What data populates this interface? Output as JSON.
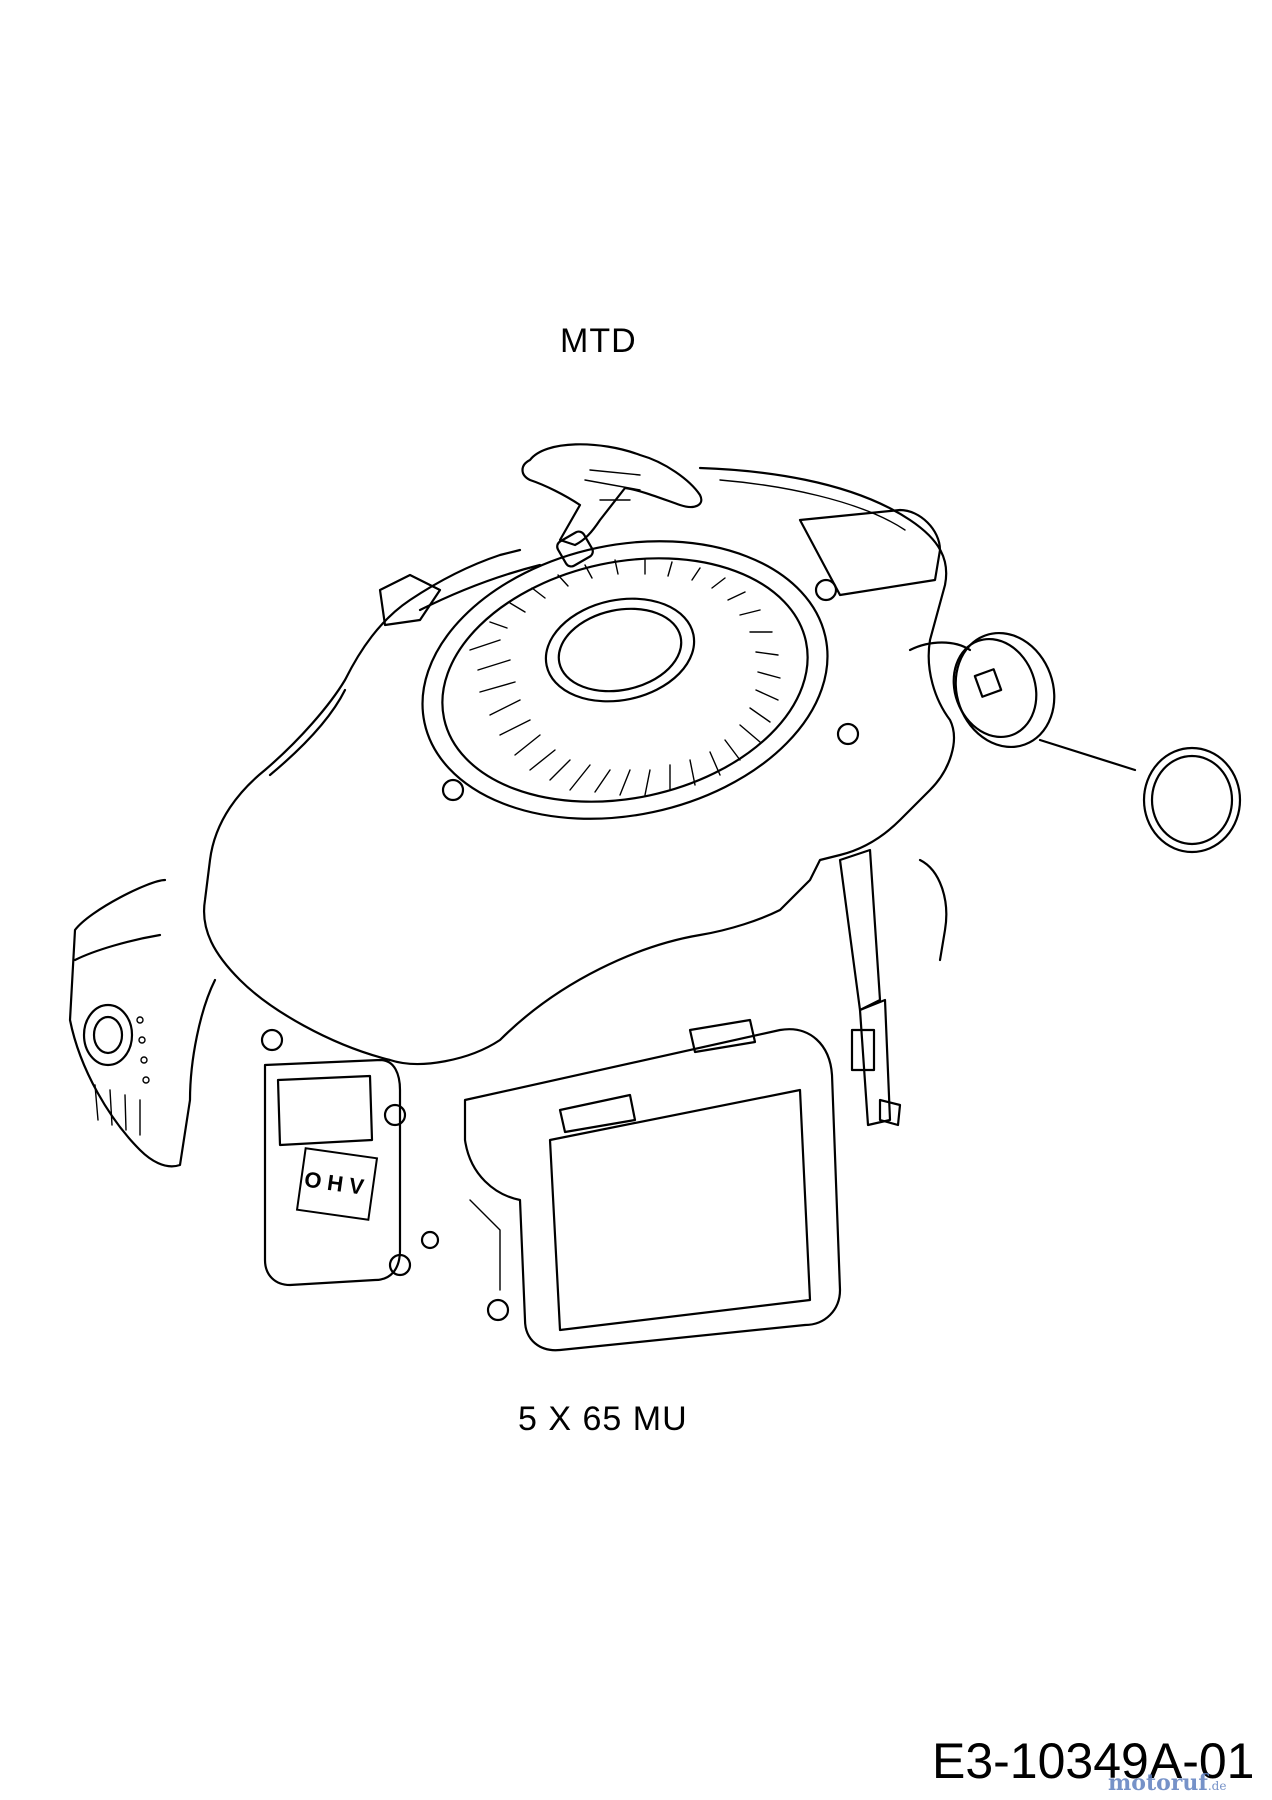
{
  "brand": "MTD",
  "model": "5 X 65 MU",
  "drawing_id": "E3-10349A-01",
  "watermark": "motoruf",
  "watermark_suffix": ".de",
  "ohv_label": "OHV",
  "colors": {
    "line": "#000000",
    "background": "#ffffff",
    "watermark": "#5f7fbf"
  }
}
